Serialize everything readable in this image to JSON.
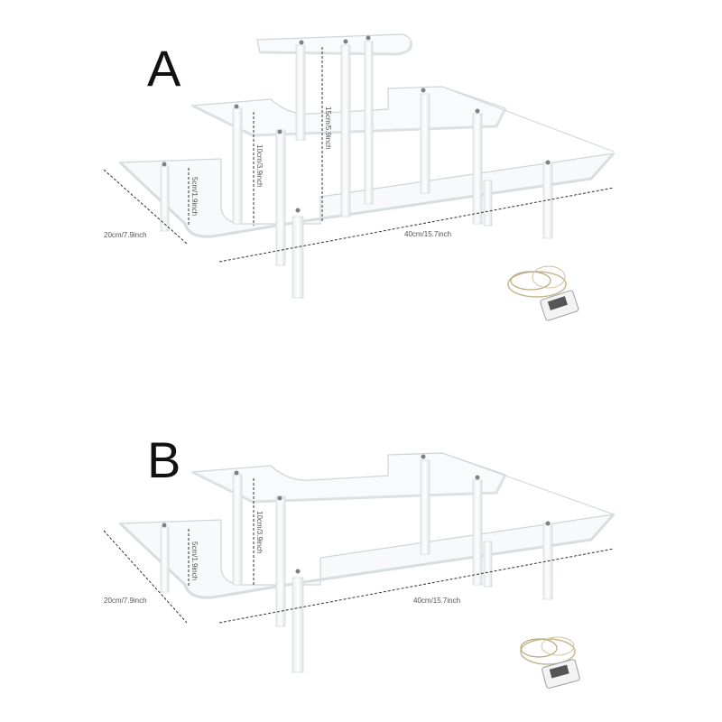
{
  "variants": [
    {
      "label": "A",
      "dims": {
        "depth": "20cm/7.9inch",
        "width": "40cm/15.7inch",
        "h1": "5cm/1.9inch",
        "h2": "10cm/3.9inch",
        "h3": "15cm/5.9inch"
      }
    },
    {
      "label": "B",
      "dims": {
        "depth": "20cm/7.9inch",
        "width": "40cm/15.7inch",
        "h1": "5cm/1.9inch",
        "h2": "10cm/3.9inch"
      }
    }
  ]
}
